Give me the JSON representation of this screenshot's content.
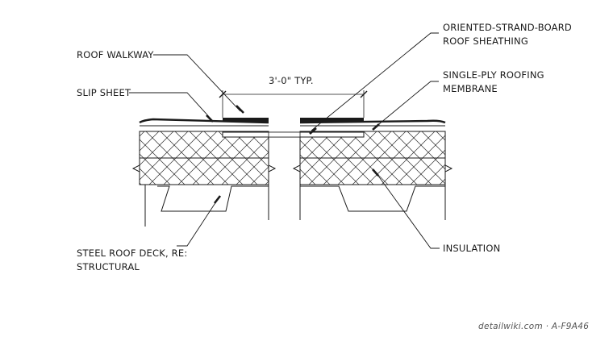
{
  "labels": {
    "osb_line1": "ORIENTED-STRAND-BOARD",
    "osb_line2": "ROOF SHEATHING",
    "walkway": "ROOF WALKWAY",
    "dimension": "3'-0\" TYP.",
    "single_ply_line1": "SINGLE-PLY ROOFING",
    "single_ply_line2": "MEMBRANE",
    "slip_sheet": "SLIP SHEET",
    "deck_line1": "STEEL ROOF DECK, RE:",
    "deck_line2": "STRUCTURAL",
    "insulation": "INSULATION"
  },
  "watermark": "detailwiki.com · A-F9A46"
}
